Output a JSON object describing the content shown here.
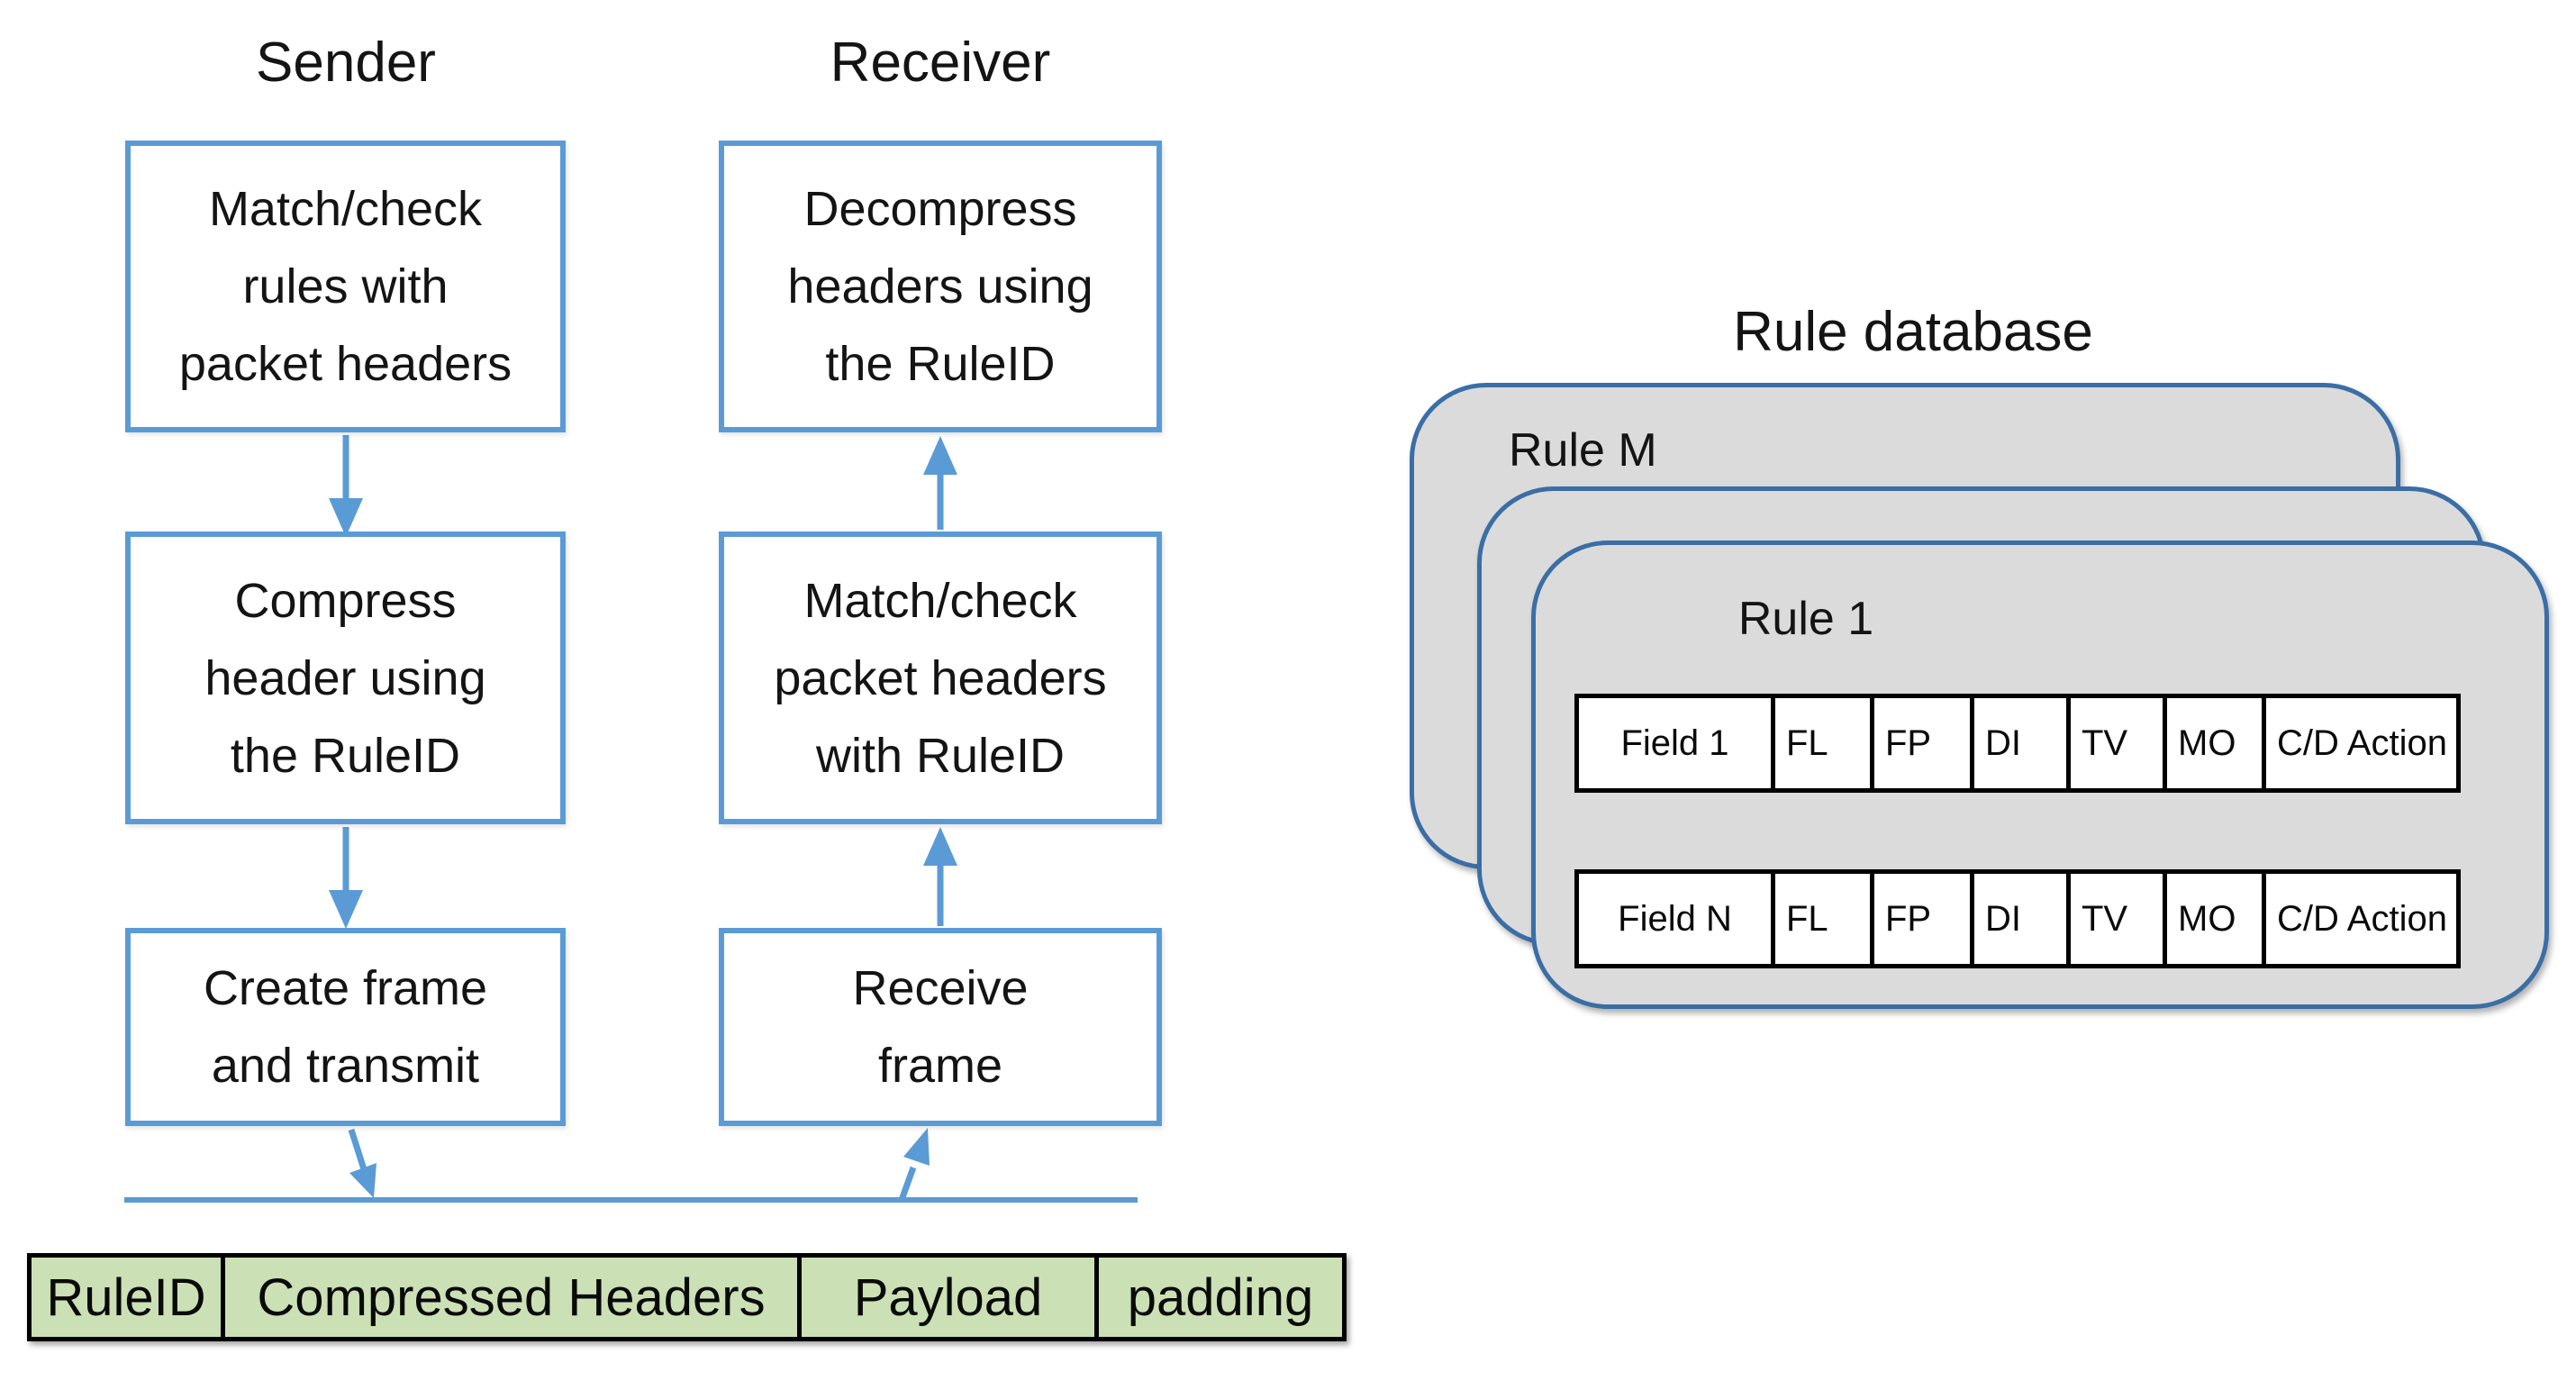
{
  "colors": {
    "flow_blue": "#5b9bd5",
    "db_border_blue": "#3a6ea5",
    "db_fill_gray": "#dbdbdb",
    "frame_green": "#cbe0b5",
    "ink": "#141414"
  },
  "flowchart": {
    "sender": {
      "title": "Sender",
      "steps": [
        "Match/check\nrules with\npacket headers",
        "Compress\nheader using\nthe RuleID",
        "Create frame\nand transmit"
      ]
    },
    "receiver": {
      "title": "Receiver",
      "steps": [
        "Decompress\nheaders using\nthe RuleID",
        "Match/check\npacket headers\nwith RuleID",
        "Receive\nframe"
      ]
    }
  },
  "frame": {
    "cells": [
      "RuleID",
      "Compressed Headers",
      "Payload",
      "padding"
    ]
  },
  "rule_database": {
    "title": "Rule database",
    "back_label": "Rule M",
    "front_label": "Rule 1",
    "rows": [
      [
        "Field 1",
        "FL",
        "FP",
        "DI",
        "TV",
        "MO",
        "C/D Action"
      ],
      [
        "Field N",
        "FL",
        "FP",
        "DI",
        "TV",
        "MO",
        "C/D Action"
      ]
    ]
  }
}
